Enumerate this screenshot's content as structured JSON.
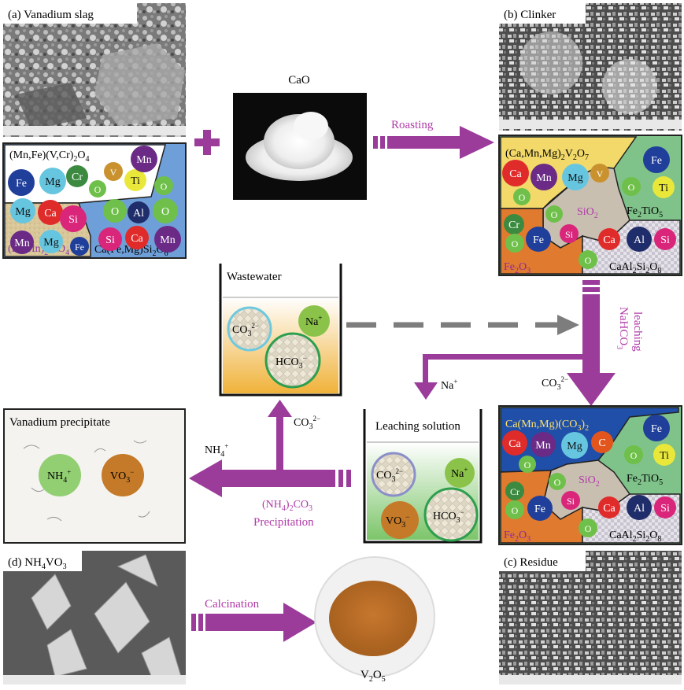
{
  "photos": {
    "slag_label": "(a) Vanadium slag",
    "clinker_label": "(b) Clinker",
    "residue_label": "(c) Residue",
    "nh4vo3_label": "(d) NH",
    "nh4vo3_sub4": "4",
    "nh4vo3_tail": "VO",
    "nh4vo3_sub3": "3",
    "cao_label": "CaO",
    "v2o5_label": "V",
    "v2o5_sub2": "2",
    "v2o5_o": "O",
    "v2o5_sub5": "5"
  },
  "arrows": {
    "roasting": "Roasting",
    "leaching_line1": "NaHCO",
    "leaching_sub3": "3",
    "leaching_line2": "leaching",
    "precip_line1": "(NH",
    "precip_sub4": "4",
    "precip_mid": ")",
    "precip_sub2": "2",
    "precip_tail": "CO",
    "precip_sub3": "3",
    "precip_line2": "Precipitation",
    "calcination": "Calcination",
    "na_plus": "Na",
    "co3_2minus": "CO",
    "co3_sub": "3",
    "co3_sup": "2−",
    "nh4_label": "NH",
    "nh4_sub": "4",
    "nh4_sup": "+",
    "co3_up": "CO",
    "co3_up_sub": "3",
    "co3_up_sup": "2−"
  },
  "slag_box": {
    "spinel_formula": "(Mn,Fe)(V,Cr)",
    "spinel_sub2": "2",
    "spinel_o": "O",
    "spinel_sub4": "4",
    "olivine_formula": "(Fe,Mn)",
    "olivine_sub2": "2",
    "olivine_tail": "SiO",
    "olivine_sub4": "4",
    "pyroxene_formula": "Ca(Fe,Mg)Si",
    "pyroxene_sub2": "2",
    "pyroxene_o": "O",
    "pyroxene_sub6": "6",
    "circles": [
      "Fe",
      "Mg",
      "Cr",
      "V",
      "Ti",
      "O",
      "Mn",
      "O",
      "O",
      "Mg",
      "Ca",
      "Si",
      "Mn",
      "Mg",
      "Fe",
      "O",
      "Al",
      "Si",
      "Ca",
      "Mn",
      "Fe"
    ]
  },
  "clinker_box": {
    "pyrovan": "(Ca,Mn,Mg)",
    "pyrovan_sub2": "2",
    "pyrovan_v": "V",
    "pyrovan_sub2b": "2",
    "pyrovan_o": "O",
    "pyrovan_sub7": "7",
    "sio2": "SiO",
    "sio2_sub": "2",
    "fe2tio5": "Fe",
    "fe2tio5_sub2": "2",
    "fe2tio5_tail": "TiO",
    "fe2tio5_sub5": "5",
    "fe2o3": "Fe",
    "fe2o3_sub2": "2",
    "fe2o3_o": "O",
    "fe2o3_sub3": "3",
    "anorthite": "CaAl",
    "anorthite_sub2": "2",
    "anorthite_si": "Si",
    "anorthite_sub2b": "2",
    "anorthite_o": "O",
    "anorthite_sub8": "8",
    "circles": [
      "Ca",
      "Mn",
      "Mg",
      "V",
      "O",
      "Fe",
      "O",
      "Ti",
      "O",
      "Cr",
      "O",
      "Fe",
      "Si",
      "Ca",
      "Al",
      "Si",
      "O"
    ]
  },
  "residue_box": {
    "carbonate": "Ca(Mn,Mg)(CO",
    "carbonate_sub3": "3",
    "carbonate_tail": ")",
    "carbonate_sub2": "2",
    "sio2": "SiO",
    "sio2_sub": "2",
    "fe2tio5": "Fe",
    "fe2tio5_sub2": "2",
    "fe2tio5_tail": "TiO",
    "fe2tio5_sub5": "5",
    "fe2o3": "Fe",
    "fe2o3_sub2": "2",
    "fe2o3_o": "O",
    "fe2o3_sub3": "3",
    "anorthite": "CaAl",
    "anorthite_sub2": "2",
    "anorthite_si": "Si",
    "anorthite_sub2b": "2",
    "anorthite_o": "O",
    "anorthite_sub8": "8",
    "circles": [
      "Ca",
      "Mn",
      "Mg",
      "C",
      "O",
      "Fe",
      "O",
      "Ti",
      "O",
      "Cr",
      "O",
      "Fe",
      "Si",
      "Ca",
      "Al",
      "Si",
      "O"
    ]
  },
  "wastewater": {
    "title": "Wastewater",
    "co3": "CO",
    "co3_sub": "3",
    "co3_sup": "2−",
    "na": "Na",
    "na_sup": "+",
    "hco3": "HCO",
    "hco3_sub": "3",
    "hco3_sup": "−"
  },
  "leaching_solution": {
    "title": "Leaching solution",
    "co3": "CO",
    "co3_sub": "3",
    "co3_sup": "2−",
    "na": "Na",
    "na_sup": "+",
    "vo3": "VO",
    "vo3_sub": "3",
    "vo3_sup": "−",
    "hco3": "HCO",
    "hco3_sub": "3",
    "hco3_sup": "−"
  },
  "vanadium_precipitate": {
    "title": "Vanadium precipitate",
    "nh4": "NH",
    "nh4_sub": "4",
    "nh4_sup": "+",
    "vo3": "VO",
    "vo3_sub": "3",
    "vo3_sup": "−"
  },
  "colors": {
    "arrow": "#9b3c9b",
    "arrow_text": "#b03aa8",
    "blue_phase": "#6f9fd8",
    "yellow_phase": "#f2d96a",
    "green_phase": "#7fc28a",
    "orange_phase": "#e07a2e",
    "grey_phase": "#c9bfb1",
    "dark_blue_phase": "#1f4fa8"
  }
}
